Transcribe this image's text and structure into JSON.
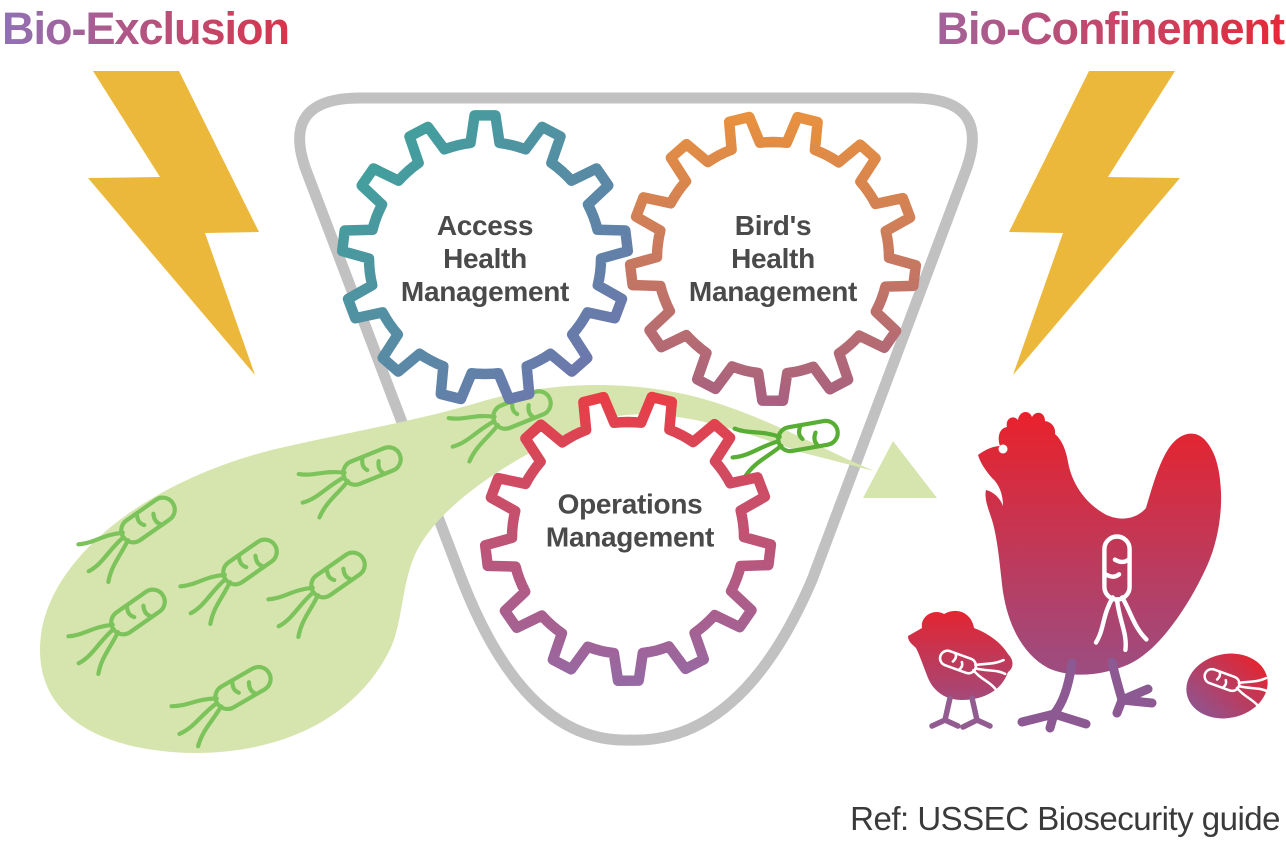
{
  "titles": {
    "left": "Bio-Exclusion",
    "right": "Bio-Confinement"
  },
  "gears": [
    {
      "id": "access-health",
      "label": "Access\nHealth\nManagement"
    },
    {
      "id": "birds-health",
      "label": "Bird's\nHealth\nManagement"
    },
    {
      "id": "operations",
      "label": "Operations\nManagement"
    }
  ],
  "footer": {
    "reference": "Ref: USSEC Biosecurity guide"
  },
  "colors": {
    "title_start": "#8F72B5",
    "title_end": "#E62937",
    "bolt_yellow": "#ECB83B",
    "container_gray": "#C1C1C1",
    "stream_green": "#D6E5AE",
    "bacteria_green": "#7CC35C",
    "bacteria_green_dark": "#58AE35",
    "gear1_start": "#3EA39B",
    "gear1_end": "#7173AE",
    "gear2_start": "#E8913E",
    "gear2_end": "#A86180",
    "gear3_start": "#E83E46",
    "gear3_end": "#9669A3",
    "hen_red": "#E8222C",
    "hen_purple": "#8A5795",
    "label_gray": "#4A4A4A",
    "footer_gray": "#3A3A3A",
    "bacteria_white": "#FFFFFF"
  },
  "icons": [
    "lightning-bolt-left-icon",
    "lightning-bolt-right-icon",
    "gear-icon-access-health",
    "gear-icon-birds-health",
    "gear-icon-operations",
    "bacterium-icon",
    "contamination-stream",
    "containment-triangle-outline",
    "arrow-icon",
    "hen-icon",
    "chick-icon",
    "egg-icon"
  ]
}
